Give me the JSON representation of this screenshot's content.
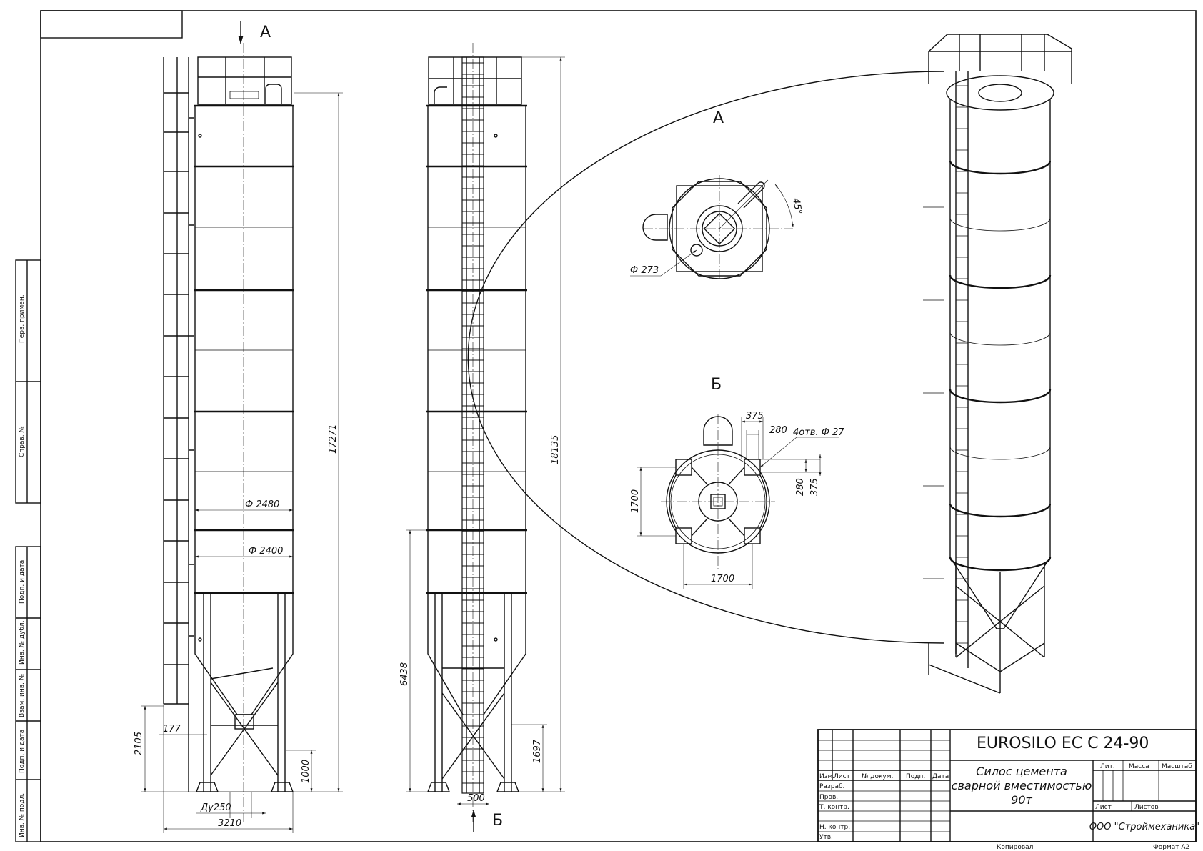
{
  "views": {
    "top_label": "A",
    "top_view_label": "A",
    "bottom_view_label": "Б",
    "bottom_arrow_label": "Б"
  },
  "dimensions": {
    "d_2480": "Ф 2480",
    "d_2400": "Ф 2400",
    "h_17271": "17271",
    "h_18135": "18135",
    "h_6438": "6438",
    "h_2105": "2105",
    "h_1000": "1000",
    "h_1697": "1697",
    "w_177": "177",
    "w_du250": "Ду250",
    "w_3210": "3210",
    "w_500": "500",
    "d_273": "Ф 273",
    "angle_45": "45°",
    "b_375_top": "375",
    "b_280_top": "280",
    "holes": "4отв. Ф 27",
    "b_280_side": "280",
    "b_375_side": "375",
    "b_1700_v": "1700",
    "b_1700_h": "1700"
  },
  "side_strip": [
    "Перв. примен.",
    "Справ. №",
    "Подп. и дата",
    "Инв. № дубл.",
    "Взам. инв. №",
    "Подп. и дата",
    "Инв. № подл."
  ],
  "title_block": {
    "designation": "EUROSILO EC C 24-90",
    "desc1": "Силос цемента",
    "desc2": "сварной вместимостью",
    "desc3": "90т",
    "org": "ООО \"Строймеханика\"",
    "col_izm": "Изм.",
    "col_list": "Лист",
    "col_doc": "№ докум.",
    "col_podp": "Подп.",
    "col_date": "Дата",
    "row_razrab": "Разраб.",
    "row_prov": "Пров.",
    "row_tkontr": "Т. контр.",
    "row_nkontr": "Н. контр.",
    "row_utv": "Утв.",
    "lit": "Лит.",
    "massa": "Масса",
    "masshtab": "Масштаб",
    "sheet": "Лист",
    "sheets": "Листов",
    "copied": "Копировал",
    "format": "Формат А2"
  }
}
